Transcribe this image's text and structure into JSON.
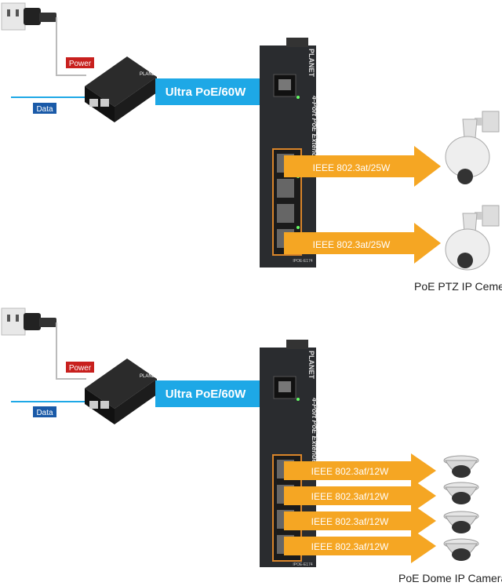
{
  "top": {
    "power_label": "Power",
    "data_label": "Data",
    "uplink_label": "Ultra PoE/60W",
    "port_labels": [
      "IEEE 802.3at/25W",
      "IEEE 802.3at/25W"
    ],
    "camera_caption": "PoE PTZ IP Ceme",
    "device_brand": "PLANET",
    "device_title": "4-Port PoE Extender",
    "device_model": "IPOE-E174"
  },
  "bottom": {
    "power_label": "Power",
    "data_label": "Data",
    "uplink_label": "Ultra PoE/60W",
    "port_labels": [
      "IEEE 802.3af/12W",
      "IEEE 802.3af/12W",
      "IEEE 802.3af/12W",
      "IEEE 802.3af/12W"
    ],
    "camera_caption": "PoE Dome IP Camera",
    "device_brand": "PLANET",
    "device_title": "4-Port PoE Extender",
    "device_model": "IPOE-E174"
  },
  "colors": {
    "uplink_arrow": "#1ea8e6",
    "port_arrow": "#f5a623",
    "power_box": "#c8201e",
    "data_box": "#1a5aa8",
    "data_line": "#1ea8e6",
    "device_body": "#2a2c2f"
  }
}
